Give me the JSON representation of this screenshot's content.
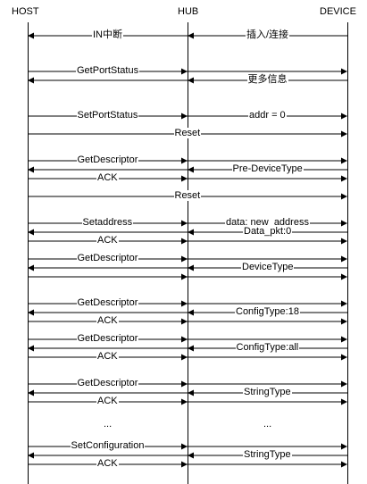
{
  "lifelines": [
    {
      "id": "host",
      "label": "HOST"
    },
    {
      "id": "hub",
      "label": "HUB"
    },
    {
      "id": "device",
      "label": "DEVICE"
    }
  ],
  "messages": [
    {
      "from": "device",
      "to": "host",
      "segments": [
        {
          "label": "IN中断"
        },
        {
          "label": "插入/连接"
        }
      ]
    },
    {
      "from": "host",
      "to": "device",
      "segments": [
        {
          "label": "GetPortStatus"
        },
        {
          "label": ""
        }
      ]
    },
    {
      "from": "device",
      "to": "host",
      "segments": [
        {
          "label": ""
        },
        {
          "label": "更多信息"
        }
      ]
    },
    {
      "from": "host",
      "to": "device",
      "segments": [
        {
          "label": "SetPortStatus"
        },
        {
          "label": "addr = 0"
        }
      ]
    },
    {
      "from": "host",
      "to": "device",
      "segments": [
        {
          "label": "Reset"
        }
      ]
    },
    {
      "from": "host",
      "to": "device",
      "segments": [
        {
          "label": "GetDescriptor"
        },
        {
          "label": ""
        }
      ]
    },
    {
      "from": "device",
      "to": "host",
      "segments": [
        {
          "label": ""
        },
        {
          "label": "Pre-DeviceType"
        }
      ]
    },
    {
      "from": "host",
      "to": "device",
      "segments": [
        {
          "label": "ACK"
        },
        {
          "label": ""
        }
      ]
    },
    {
      "from": "host",
      "to": "device",
      "segments": [
        {
          "label": "Reset"
        }
      ]
    },
    {
      "from": "host",
      "to": "device",
      "segments": [
        {
          "label": "Setaddress"
        },
        {
          "label": "data: new_address"
        }
      ]
    },
    {
      "from": "device",
      "to": "host",
      "segments": [
        {
          "label": ""
        },
        {
          "label": "Data_pkt:0"
        }
      ]
    },
    {
      "from": "host",
      "to": "device",
      "segments": [
        {
          "label": "ACK"
        },
        {
          "label": ""
        }
      ]
    },
    {
      "from": "host",
      "to": "device",
      "segments": [
        {
          "label": "GetDescriptor"
        },
        {
          "label": ""
        }
      ]
    },
    {
      "from": "device",
      "to": "host",
      "segments": [
        {
          "label": ""
        },
        {
          "label": "DeviceType"
        }
      ]
    },
    {
      "from": "host",
      "to": "device",
      "segments": [
        {
          "label": ""
        },
        {
          "label": ""
        }
      ]
    },
    {
      "from": "host",
      "to": "device",
      "segments": [
        {
          "label": "GetDescriptor"
        },
        {
          "label": ""
        }
      ]
    },
    {
      "from": "device",
      "to": "host",
      "segments": [
        {
          "label": ""
        },
        {
          "label": "ConfigType:18"
        }
      ]
    },
    {
      "from": "host",
      "to": "device",
      "segments": [
        {
          "label": "ACK"
        },
        {
          "label": ""
        }
      ]
    },
    {
      "from": "host",
      "to": "device",
      "segments": [
        {
          "label": "GetDescriptor"
        },
        {
          "label": ""
        }
      ]
    },
    {
      "from": "device",
      "to": "host",
      "segments": [
        {
          "label": ""
        },
        {
          "label": "ConfigType:all"
        }
      ]
    },
    {
      "from": "host",
      "to": "device",
      "segments": [
        {
          "label": "ACK"
        },
        {
          "label": ""
        }
      ]
    },
    {
      "from": "host",
      "to": "device",
      "segments": [
        {
          "label": "GetDescriptor"
        },
        {
          "label": ""
        }
      ]
    },
    {
      "from": "device",
      "to": "host",
      "segments": [
        {
          "label": ""
        },
        {
          "label": "StringType"
        }
      ]
    },
    {
      "from": "host",
      "to": "device",
      "segments": [
        {
          "label": "ACK"
        },
        {
          "label": ""
        }
      ]
    },
    {
      "ellipsis": [
        "...",
        "..."
      ]
    },
    {
      "from": "host",
      "to": "device",
      "segments": [
        {
          "label": "SetConfiguration"
        },
        {
          "label": ""
        }
      ]
    },
    {
      "from": "device",
      "to": "host",
      "segments": [
        {
          "label": ""
        },
        {
          "label": "StringType"
        }
      ]
    },
    {
      "from": "host",
      "to": "device",
      "segments": [
        {
          "label": "ACK"
        },
        {
          "label": ""
        }
      ]
    }
  ]
}
